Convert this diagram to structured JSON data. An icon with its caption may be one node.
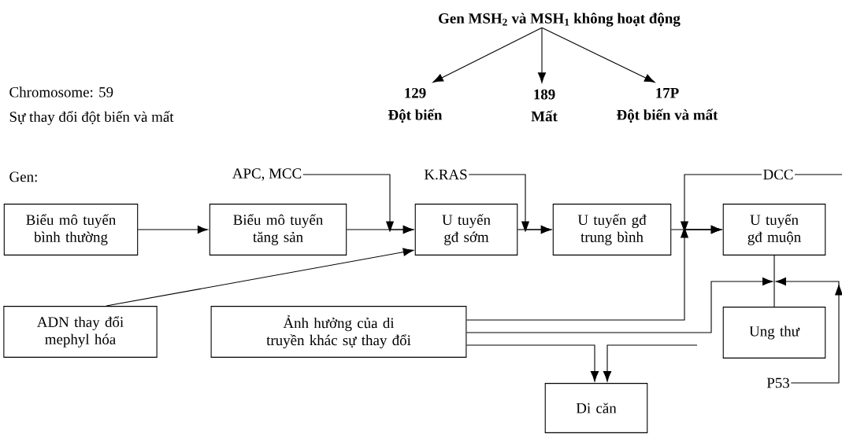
{
  "diagram": {
    "nodes": [
      {
        "text": [
          "Gen MSH$_{2}$ và MSH$_{1}$ không hoạt động"
        ]
      },
      {
        "text": [
          "129",
          "Đột biến"
        ]
      },
      {
        "text": [
          "189",
          "Mất"
        ]
      },
      {
        "text": [
          "17P",
          "Đột biến và mất"
        ]
      },
      {
        "text": [
          "Biểu mô tuyến bình thường"
        ]
      },
      {
        "text": [
          "Biểu mô tuyến tăng sản"
        ]
      },
      {
        "text": [
          "U tuyến gđ sớm"
        ]
      },
      {
        "text": [
          "U tuyến gđ trung bình"
        ]
      },
      {
        "text": [
          "U tuyến gđ muộn"
        ]
      },
      {
        "text": [
          "ADN thay đổi mephyl hóa"
        ]
      },
      {
        "text": [
          "Ảnh hưởng của di truyền khác sự thay đổi"
        ]
      },
      {
        "text": [
          "Ung thư"
        ]
      },
      {
        "text": [
          "Di căn"
        ]
      },
      {
        "text": [
          "APC, MCC"
        ]
      },
      {
        "text": [
          "K.RAS"
        ]
      },
      {
        "text": [
          "DCC"
        ]
      },
      {
        "text": [
          "P53"
        ]
      }
    ],
    "edges": [
      {
        "from": 0,
        "to": 1,
        "arrow": "to"
      },
      {
        "from": 0,
        "to": 2,
        "arrow": "to"
      },
      {
        "from": 0,
        "to": 3,
        "arrow": "to"
      },
      {
        "from": 4,
        "to": 5,
        "arrow": "to"
      },
      {
        "from": 5,
        "to": 6,
        "arrow": "to"
      },
      {
        "from": 6,
        "to": 7,
        "arrow": "to"
      },
      {
        "from": 7,
        "to": 8,
        "arrow": "to"
      },
      {
        "from": 13,
        "to": 6,
        "arrow": "to"
      },
      {
        "from": 14,
        "to": 7,
        "arrow": "to"
      },
      {
        "from": 15,
        "to": 8,
        "arrow": "to"
      },
      {
        "from": 9,
        "to": 6,
        "arrow": "to"
      },
      {
        "from": 10,
        "to": 8,
        "arrow": "to"
      },
      {
        "from": 8,
        "to": 11,
        "arrow": "none"
      },
      {
        "from": 10,
        "to": 11,
        "arrow": "to"
      },
      {
        "from": 16,
        "to": 11,
        "arrow": "to"
      },
      {
        "from": 10,
        "to": 12,
        "arrow": "to"
      },
      {
        "from": null,
        "to": 12,
        "arrow": "to"
      }
    ],
    "labels": [
      "Chromosome: 59",
      "Sự thay đổi đột biến và mất",
      "Gen:"
    ]
  }
}
